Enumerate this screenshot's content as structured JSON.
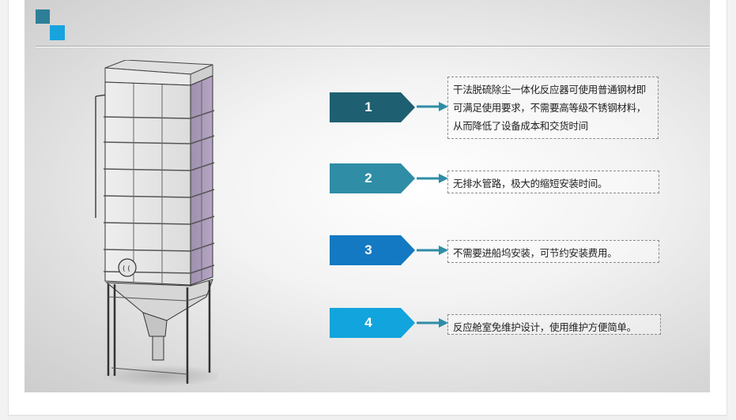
{
  "colors": {
    "step1": "#1e5f71",
    "step2": "#2f8da6",
    "step3": "#1379c2",
    "step4": "#12a4dc",
    "arrow": "#2f8da6",
    "deco_dark": "#2d7f98",
    "deco_light": "#17a3de"
  },
  "illustration": {
    "icon": "dust-collector-reactor-tower"
  },
  "steps": [
    {
      "number": "1",
      "text": "干法脱硫除尘一体化反应器可使用普通钢材即可满足使用要求，不需要高等级不锈钢材料，从而降低了设备成本和交货时间"
    },
    {
      "number": "2",
      "text": "无排水管路，极大的缩短安装时间。"
    },
    {
      "number": "3",
      "text": "不需要进船坞安装，可节约安装费用。"
    },
    {
      "number": "4",
      "text": "反应舱室免维护设计，使用维护方便简单。"
    }
  ]
}
